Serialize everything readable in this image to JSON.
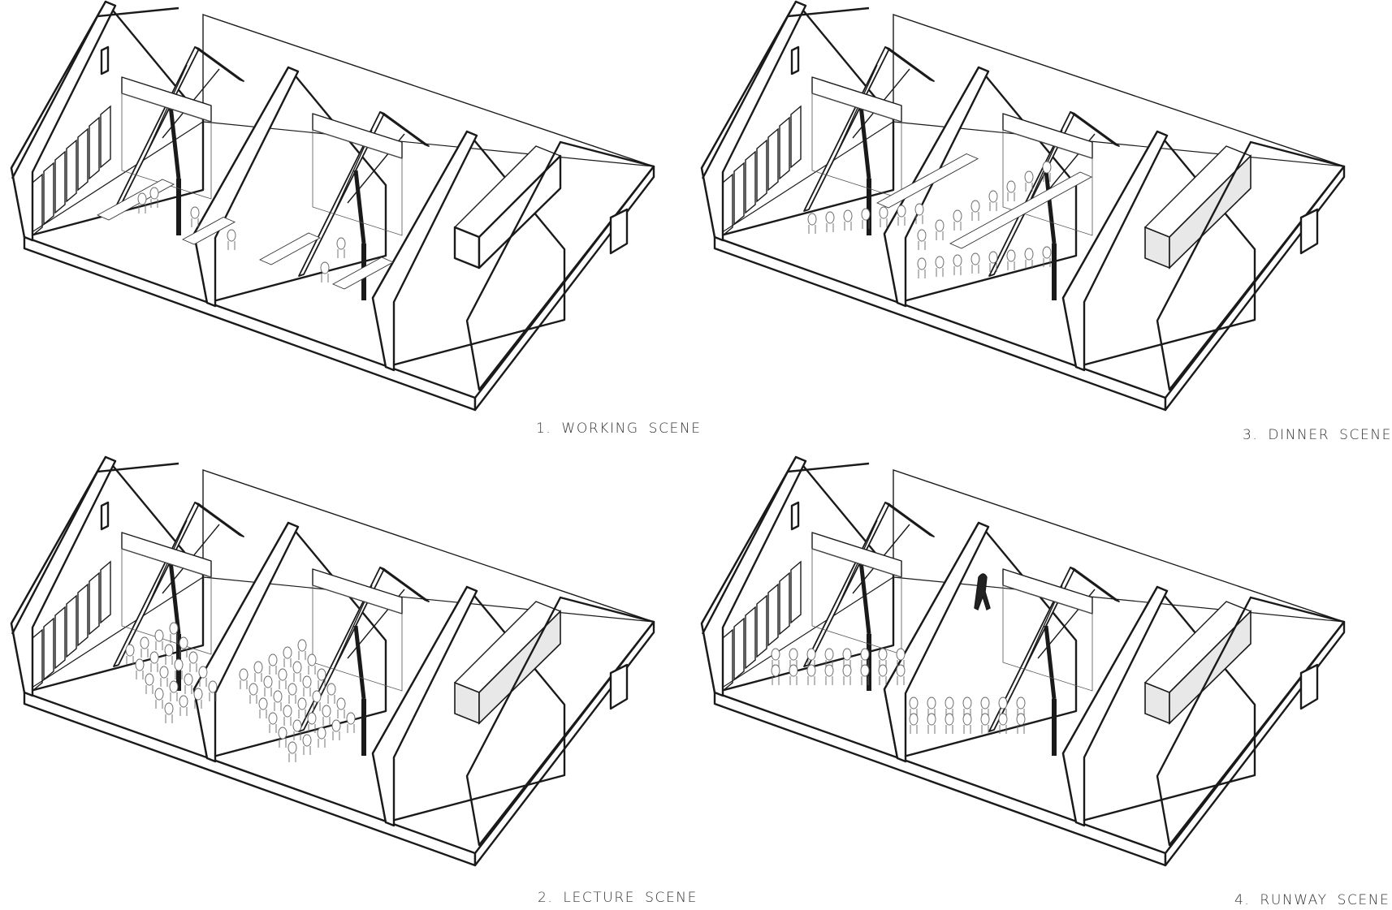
{
  "panels": [
    {
      "id": "working",
      "caption": "1. WORKING  SCENE"
    },
    {
      "id": "lecture",
      "caption": "2. LECTURE  SCENE"
    },
    {
      "id": "dinner",
      "caption": "3. DINNER  SCENE"
    },
    {
      "id": "runway",
      "caption": "4. RUNWAY  SCENE"
    }
  ]
}
